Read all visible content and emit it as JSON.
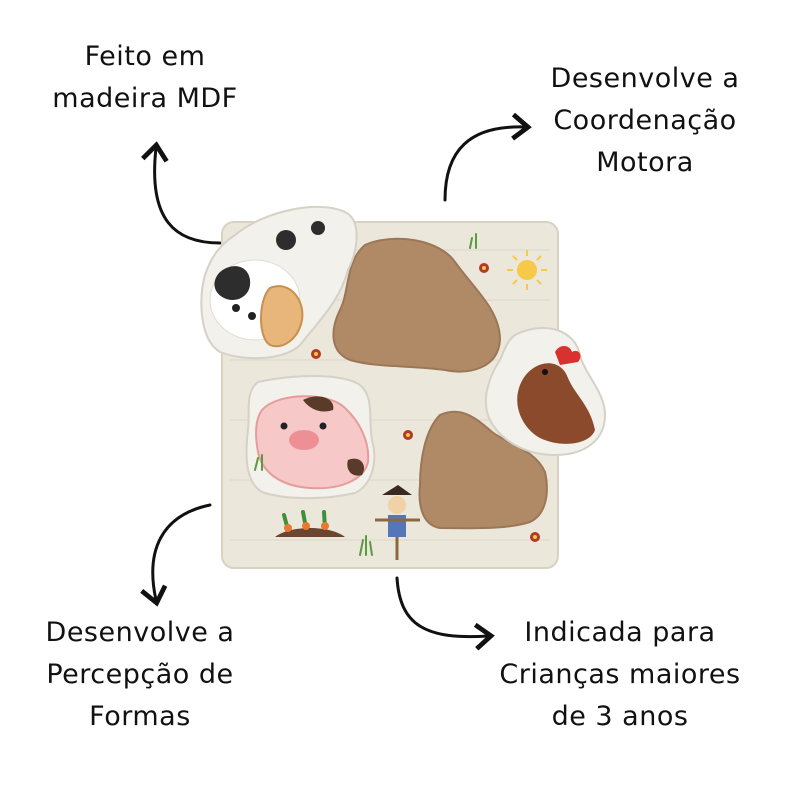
{
  "captions": {
    "top_left": [
      "Feito em",
      "madeira MDF"
    ],
    "top_right": [
      "Desenvolve a",
      "Coordenação",
      "Motora"
    ],
    "bottom_left": [
      "Desenvolve a",
      "Percepção de",
      "Formas"
    ],
    "bottom_right": [
      "Indicada para",
      "Crianças maiores",
      "de 3 anos"
    ]
  },
  "colors": {
    "board": "#ece7db",
    "mdf": "#b08a66",
    "arrow": "#111111"
  },
  "puzzle_pieces": [
    "cow-piece",
    "hen-piece",
    "pig-piece"
  ]
}
